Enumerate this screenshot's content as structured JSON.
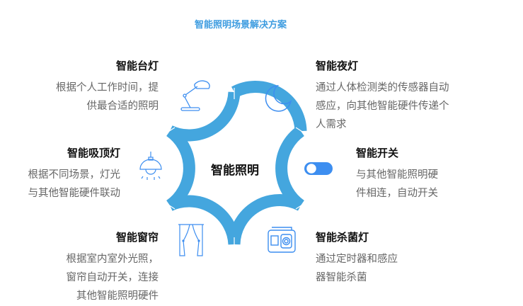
{
  "title": "智能照明场景解决方案",
  "center": {
    "label": "智能照明"
  },
  "colors": {
    "accent": "#44a6de",
    "icon": "#3d8ef0",
    "title": "#3f9de0",
    "heading": "#111111",
    "body": "#666666"
  },
  "items": [
    {
      "name": "智能台灯",
      "lines": [
        "根据个人工作时间，提",
        "供最合适的照明"
      ],
      "icon": "desk-lamp-icon"
    },
    {
      "name": "智能夜灯",
      "lines": [
        "通过人体检测类的传感器自动",
        "感应，向其他智能硬件传递个",
        "人需求"
      ],
      "icon": "moon-icon"
    },
    {
      "name": "智能吸顶灯",
      "lines": [
        "根据不同场景，灯光",
        "与其他智能硬件联动"
      ],
      "icon": "ceiling-lamp-icon"
    },
    {
      "name": "智能开关",
      "lines": [
        "与其他智能照明硬",
        "件相连，自动开关"
      ],
      "icon": "toggle-switch-icon"
    },
    {
      "name": "智能窗帘",
      "lines": [
        "根据室内室外光照，",
        "窗帘自动开关，连接",
        "其他智能照明硬件"
      ],
      "icon": "curtain-icon"
    },
    {
      "name": "智能杀菌灯",
      "lines": [
        "通过定时器和感应",
        "器智能杀菌"
      ],
      "icon": "camera-device-icon"
    }
  ]
}
